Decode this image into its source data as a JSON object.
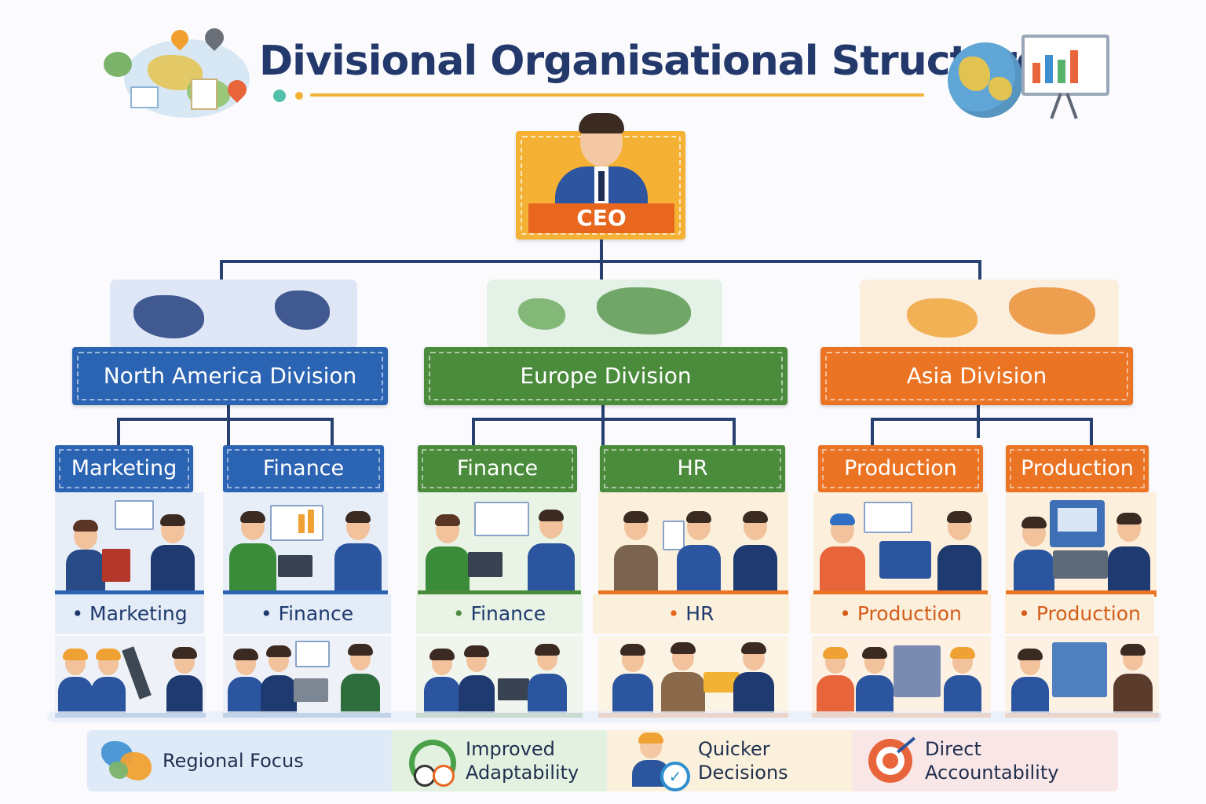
{
  "title": "Divisional Organisational Structure",
  "ceo": {
    "label": "CEO"
  },
  "divisions": [
    {
      "label": "North America Division",
      "color": "#2c64b4"
    },
    {
      "label": "Europe Division",
      "color": "#4a8c3c"
    },
    {
      "label": "Asia Division",
      "color": "#ea7423"
    }
  ],
  "departments": [
    {
      "head": "Marketing",
      "bullet": "Marketing",
      "division": 0
    },
    {
      "head": "Finance",
      "bullet": "Finance",
      "division": 0
    },
    {
      "head": "Finance",
      "bullet": "Finance",
      "division": 1
    },
    {
      "head": "HR",
      "bullet": "HR",
      "division": 1
    },
    {
      "head": "Production",
      "bullet": "Production",
      "division": 2
    },
    {
      "head": "Production",
      "bullet": "Production",
      "division": 2
    }
  ],
  "benefits": [
    {
      "label": "Regional Focus",
      "icon": "globe-icon"
    },
    {
      "label": "Improved Adaptability",
      "icon": "cycle-arrows-icon"
    },
    {
      "label": "Quicker Decisions",
      "icon": "person-check-icon"
    },
    {
      "label": "Direct Accountability",
      "icon": "target-icon"
    }
  ],
  "colors": {
    "title": "#23386b",
    "ceo_box": "#f4b134",
    "ceo_label": "#e9661f",
    "connector": "#26406f",
    "accent_line": "#f2b233"
  }
}
